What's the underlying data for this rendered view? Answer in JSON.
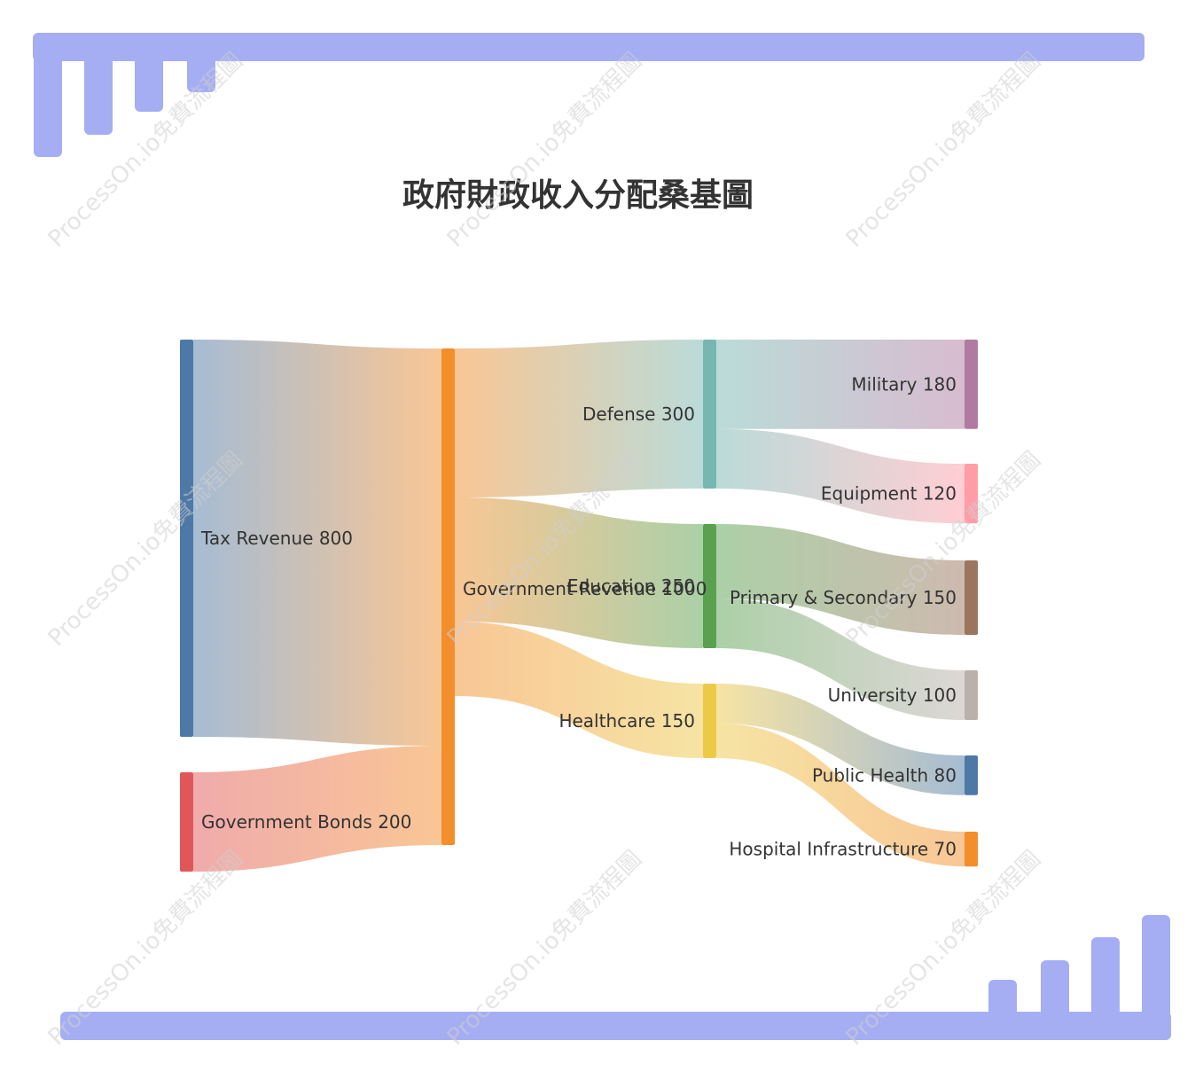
{
  "page": {
    "title": "政府財政收入分配桑基圖",
    "watermark": "ProcessOn.io免費流程圖",
    "decoration_color": "#a5aef3"
  },
  "chart_data": {
    "type": "sankey",
    "title": "政府財政收入分配桑基圖",
    "nodes": [
      {
        "id": "tax",
        "name": "Tax Revenue",
        "value": 800,
        "label": "Tax Revenue 800",
        "color": "#4e79a7"
      },
      {
        "id": "bonds",
        "name": "Government Bonds",
        "value": 200,
        "label": "Government Bonds 200",
        "color": "#e15759"
      },
      {
        "id": "gov",
        "name": "Government Revenue",
        "value": 1000,
        "label": "Government Revenue 1000",
        "color": "#f28e2b"
      },
      {
        "id": "defense",
        "name": "Defense",
        "value": 300,
        "label": "Defense 300",
        "color": "#76b7b2"
      },
      {
        "id": "education",
        "name": "Education",
        "value": 250,
        "label": "Education 250",
        "color": "#59a14f"
      },
      {
        "id": "healthcare",
        "name": "Healthcare",
        "value": 150,
        "label": "Healthcare 150",
        "color": "#edc948"
      },
      {
        "id": "military",
        "name": "Military",
        "value": 180,
        "label": "Military 180",
        "color": "#b07aa1"
      },
      {
        "id": "equipment",
        "name": "Equipment",
        "value": 120,
        "label": "Equipment 120",
        "color": "#ff9da7"
      },
      {
        "id": "primary",
        "name": "Primary & Secondary",
        "value": 150,
        "label": "Primary & Secondary 150",
        "color": "#9c755f"
      },
      {
        "id": "university",
        "name": "University",
        "value": 100,
        "label": "University 100",
        "color": "#bab0ac"
      },
      {
        "id": "publichealth",
        "name": "Public Health",
        "value": 80,
        "label": "Public Health 80",
        "color": "#4e79a7"
      },
      {
        "id": "hospital",
        "name": "Hospital Infrastructure",
        "value": 70,
        "label": "Hospital Infrastructure 70",
        "color": "#f28e2b"
      }
    ],
    "links": [
      {
        "source": "tax",
        "target": "gov",
        "value": 800
      },
      {
        "source": "bonds",
        "target": "gov",
        "value": 200
      },
      {
        "source": "gov",
        "target": "defense",
        "value": 300
      },
      {
        "source": "gov",
        "target": "education",
        "value": 250
      },
      {
        "source": "gov",
        "target": "healthcare",
        "value": 150
      },
      {
        "source": "defense",
        "target": "military",
        "value": 180
      },
      {
        "source": "defense",
        "target": "equipment",
        "value": 120
      },
      {
        "source": "education",
        "target": "primary",
        "value": 150
      },
      {
        "source": "education",
        "target": "university",
        "value": 100
      },
      {
        "source": "healthcare",
        "target": "publichealth",
        "value": 80
      },
      {
        "source": "healthcare",
        "target": "hospital",
        "value": 70
      }
    ]
  }
}
